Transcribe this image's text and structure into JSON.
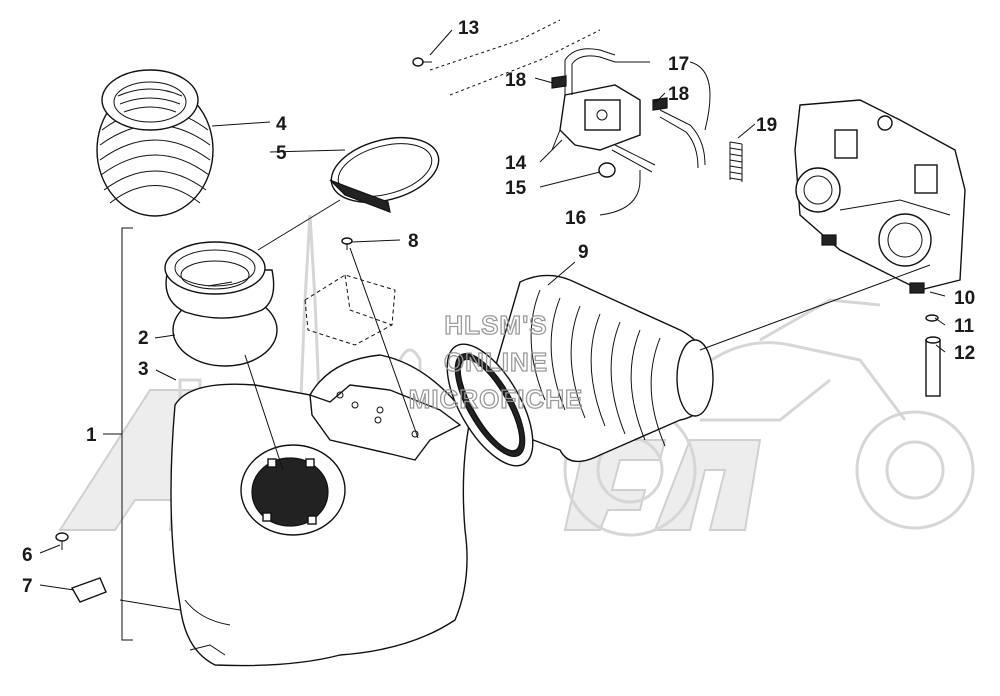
{
  "watermark": {
    "lines": [
      "HLSM'S",
      "ONLINE",
      "MICROFICHE"
    ],
    "background_logo": "arctic-cat-logo"
  },
  "callouts": [
    {
      "id": "1",
      "text": "1"
    },
    {
      "id": "2",
      "text": "2"
    },
    {
      "id": "3",
      "text": "3"
    },
    {
      "id": "4",
      "text": "4"
    },
    {
      "id": "5",
      "text": "5"
    },
    {
      "id": "6",
      "text": "6"
    },
    {
      "id": "7",
      "text": "7"
    },
    {
      "id": "8",
      "text": "8"
    },
    {
      "id": "9",
      "text": "9"
    },
    {
      "id": "10",
      "text": "10"
    },
    {
      "id": "11",
      "text": "11"
    },
    {
      "id": "12",
      "text": "12"
    },
    {
      "id": "13",
      "text": "13"
    },
    {
      "id": "14",
      "text": "14"
    },
    {
      "id": "15",
      "text": "15"
    },
    {
      "id": "16",
      "text": "16"
    },
    {
      "id": "17",
      "text": "17"
    },
    {
      "id": "18a",
      "text": "18"
    },
    {
      "id": "18b",
      "text": "18"
    },
    {
      "id": "19",
      "text": "19"
    }
  ]
}
